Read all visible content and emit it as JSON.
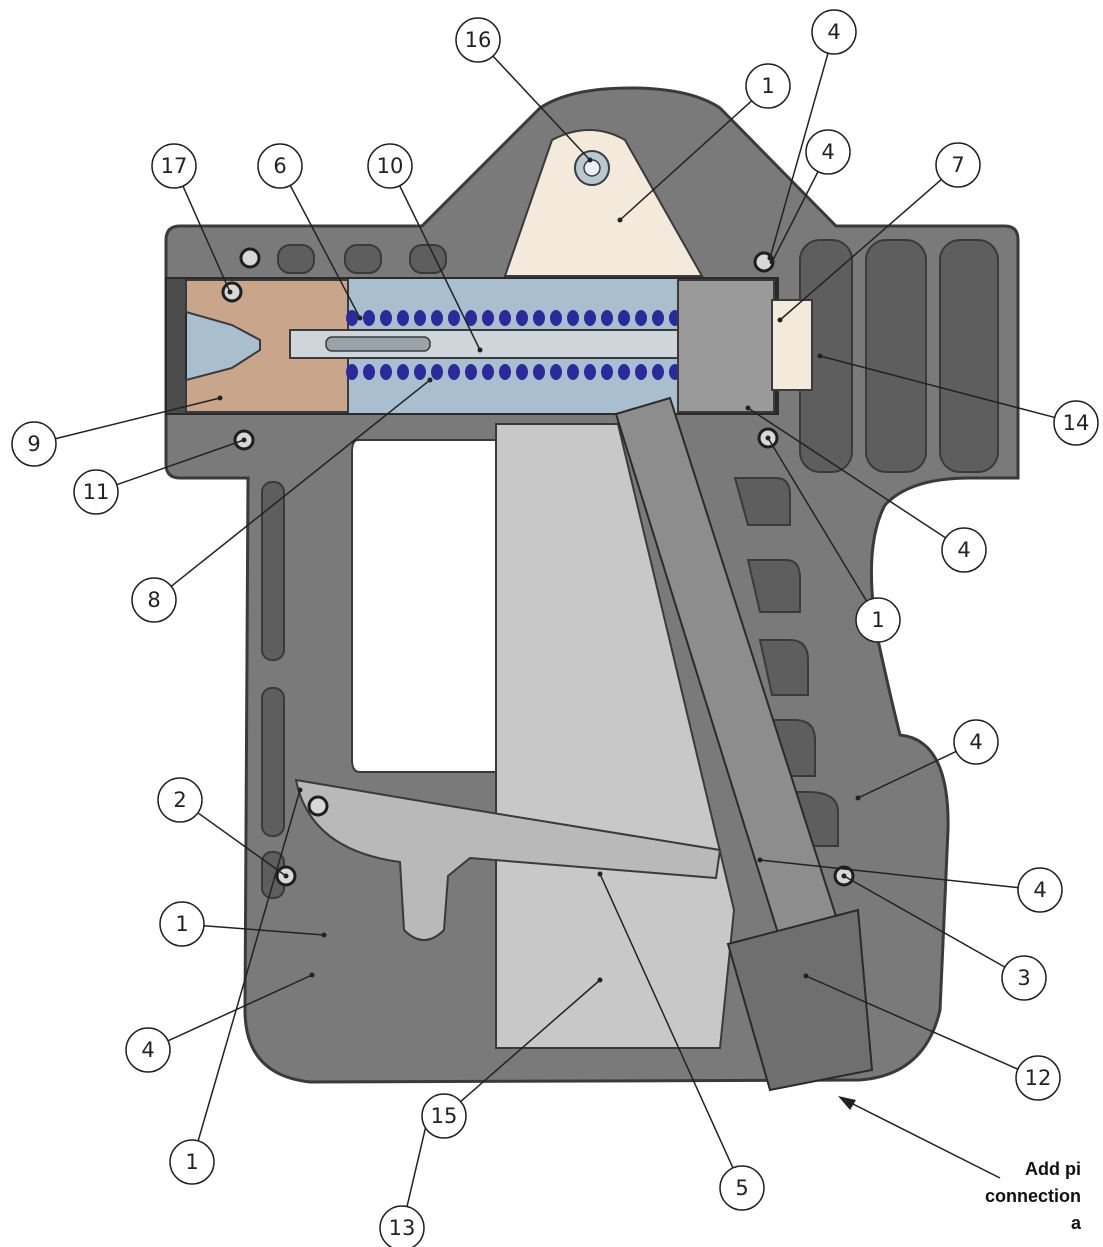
{
  "colors": {
    "body": "#7a7a7a",
    "body_edge": "#3a3a3a",
    "pocket": "#5e5e5e",
    "barrel": "#a9bfd0",
    "spring": "#2a2a9a",
    "bronze": "#c9a58c",
    "cream": "#f4eadc",
    "trigger": "#b9b9b9",
    "lever": "#c9c9c9",
    "tube": "#8d8d8d",
    "outlet": "#707070"
  },
  "callouts": [
    "16",
    "1",
    "4",
    "4",
    "7",
    "17",
    "6",
    "10",
    "9",
    "14",
    "11",
    "4",
    "8",
    "1",
    "4",
    "2",
    "4",
    "1",
    "3",
    "4",
    "12",
    "1",
    "13",
    "5",
    "15"
  ],
  "note": {
    "line1": "Add pi",
    "line2": "connection",
    "line3": "a"
  }
}
